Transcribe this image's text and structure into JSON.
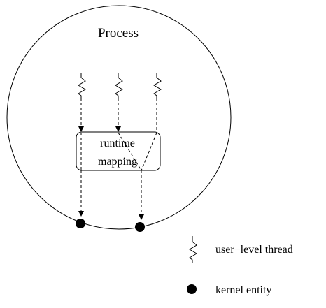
{
  "diagram": {
    "process_label": "Process",
    "runtime_box": {
      "line1": "runtime",
      "line2": "mapping"
    },
    "user_threads": [
      {
        "id": "t1"
      },
      {
        "id": "t2"
      },
      {
        "id": "t3"
      }
    ],
    "kernel_entities": [
      {
        "id": "k1"
      },
      {
        "id": "k2"
      }
    ],
    "mappings": [
      {
        "thread": "t1",
        "kernel": "k1"
      },
      {
        "thread": "t2",
        "kernel": "k2"
      },
      {
        "thread": "t3",
        "kernel": "k2"
      }
    ]
  },
  "legend": {
    "thread_label": "user−level thread",
    "kernel_label": "kernel entity"
  }
}
